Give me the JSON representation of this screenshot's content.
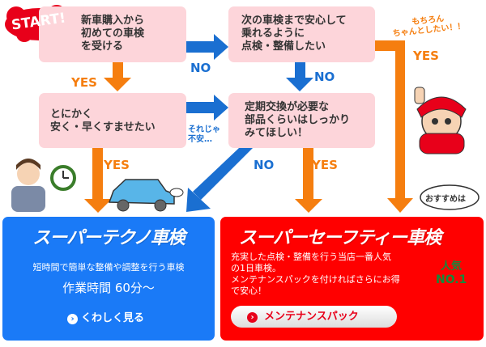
{
  "start_badge": "START!",
  "questions": [
    {
      "text": "新車購入から\n初めての車検\nを受ける"
    },
    {
      "text": "次の車検まで安心して\n乗れるように\n点検・整備したい"
    },
    {
      "text": "とにかく\n安く・早くすませたい"
    },
    {
      "text": "定期交換が必要な\n部品くらいはしっかり\nみてほしい！"
    }
  ],
  "labels": {
    "yes": "YES",
    "no": "NO",
    "worry": "それじゃ\n不安…",
    "of_course": "もちろん\nちゃんとしたい！！",
    "recommend": "おすすめは"
  },
  "techno": {
    "title": "スーパーテクノ車検",
    "desc": "短時間で簡単な整備や調整を行う車検",
    "time": "作業時間 60分〜",
    "link": "くわしく見る",
    "color": "#1a7af7"
  },
  "safety": {
    "title": "スーパーセーフティー車検",
    "desc": "充実した点検・整備を行う当店一番人気\nの1日車検。\nメンテナンスパックを付ければさらにお得\nで安心！",
    "button": "メンテナンスパック",
    "color": "#ff0000"
  },
  "medal": {
    "line1": "人気",
    "line2": "NO.1"
  },
  "colors": {
    "orange": "#f57e0f",
    "blue": "#1a6fd1",
    "pink": "#fdd5da"
  }
}
